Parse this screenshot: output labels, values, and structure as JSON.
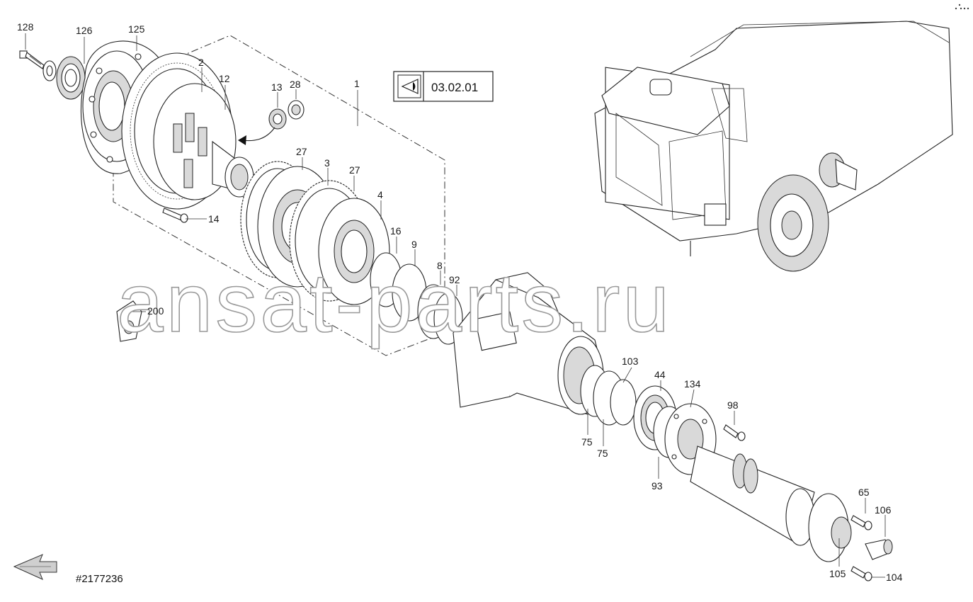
{
  "reference_box": {
    "code": "03.02.01",
    "icon": "eye-icon"
  },
  "document_id": "#2177236",
  "watermark": "ansat-parts.ru",
  "part_labels": [
    {
      "id": "128",
      "text": "128"
    },
    {
      "id": "126",
      "text": "126"
    },
    {
      "id": "125",
      "text": "125"
    },
    {
      "id": "2",
      "text": "2"
    },
    {
      "id": "12",
      "text": "12"
    },
    {
      "id": "13",
      "text": "13"
    },
    {
      "id": "28",
      "text": "28"
    },
    {
      "id": "1",
      "text": "1"
    },
    {
      "id": "27a",
      "text": "27"
    },
    {
      "id": "3",
      "text": "3"
    },
    {
      "id": "27b",
      "text": "27"
    },
    {
      "id": "4",
      "text": "4"
    },
    {
      "id": "16",
      "text": "16"
    },
    {
      "id": "9",
      "text": "9"
    },
    {
      "id": "8",
      "text": "8"
    },
    {
      "id": "92",
      "text": "92"
    },
    {
      "id": "14",
      "text": "14"
    },
    {
      "id": "200",
      "text": "200"
    },
    {
      "id": "103",
      "text": "103"
    },
    {
      "id": "44",
      "text": "44"
    },
    {
      "id": "134",
      "text": "134"
    },
    {
      "id": "98",
      "text": "98"
    },
    {
      "id": "75a",
      "text": "75"
    },
    {
      "id": "75b",
      "text": "75"
    },
    {
      "id": "93",
      "text": "93"
    },
    {
      "id": "65",
      "text": "65"
    },
    {
      "id": "106",
      "text": "106"
    },
    {
      "id": "105",
      "text": "105"
    },
    {
      "id": "104",
      "text": "104"
    }
  ],
  "icons": {
    "orientation": "direction-arrow-icon",
    "corner": "dots-icon"
  },
  "colors": {
    "line": "#222222",
    "watermark_stroke": "#9a9a9a",
    "background": "#ffffff"
  }
}
